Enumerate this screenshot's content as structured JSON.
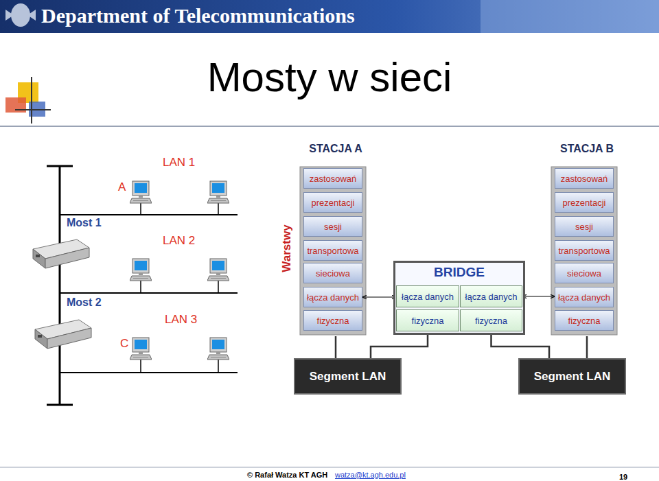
{
  "diagram": {
    "title": "Mosty w sieci",
    "nodes": [
      {
        "text": [
          "STACJA A"
        ]
      },
      {
        "text": [
          "zastosowań"
        ],
        "in": 0
      },
      {
        "text": [
          "prezentacji"
        ],
        "in": 0
      },
      {
        "text": [
          "sesji"
        ],
        "in": 0
      },
      {
        "text": [
          "transportowa"
        ],
        "in": 0
      },
      {
        "text": [
          "sieciowa"
        ],
        "in": 0
      },
      {
        "text": [
          "łącza danych"
        ],
        "in": 0
      },
      {
        "text": [
          "fizyczna"
        ],
        "in": 0
      },
      {
        "text": [
          "STACJA B"
        ]
      },
      {
        "text": [
          "zastosowań"
        ],
        "in": 8
      },
      {
        "text": [
          "prezentacji"
        ],
        "in": 8
      },
      {
        "text": [
          "sesji"
        ],
        "in": 8
      },
      {
        "text": [
          "transportowa"
        ],
        "in": 8
      },
      {
        "text": [
          "sieciowa"
        ],
        "in": 8
      },
      {
        "text": [
          "łącza danych"
        ],
        "in": 8
      },
      {
        "text": [
          "fizyczna"
        ],
        "in": 8
      },
      {
        "text": [
          "BRIDGE"
        ]
      },
      {
        "text": [
          "łącza danych"
        ],
        "in": 16
      },
      {
        "text": [
          "łącza danych"
        ],
        "in": 16
      },
      {
        "text": [
          "fizyczna"
        ],
        "in": 16
      },
      {
        "text": [
          "fizyczna"
        ],
        "in": 16
      },
      {
        "text": [
          "Segment LAN"
        ]
      },
      {
        "text": [
          "Segment LAN"
        ]
      }
    ],
    "edges": [
      {
        "from": 6,
        "to": 17,
        "arrow": "both"
      },
      {
        "from": 18,
        "to": 14,
        "arrow": "both"
      },
      {
        "from": 0,
        "to": 21,
        "arrow": "none"
      },
      {
        "from": 19,
        "to": 21,
        "arrow": "none"
      },
      {
        "from": 20,
        "to": 22,
        "arrow": "none"
      },
      {
        "from": 8,
        "to": 22,
        "arrow": "none"
      }
    ],
    "labels": [
      "Department of Telecommunications",
      "LAN 1",
      "A",
      "Most 1",
      "LAN 2",
      "Most 2",
      "LAN 3",
      "C",
      "Warstwy",
      "© Rafał Watza KT AGH",
      "watza@kt.agh.edu.pl",
      "19"
    ]
  }
}
